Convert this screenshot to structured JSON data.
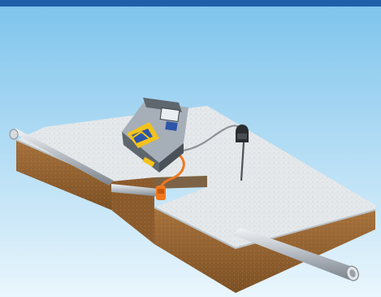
{
  "colors": {
    "frame_top_bar": "#1f5fa8",
    "sky_top": "#7cc3ec",
    "sky_bottom": "#eaf6fd",
    "surface": "#e4e8ea",
    "surface_edge": "#b9c0c4",
    "soil": "#a8733d",
    "soil_dark": "#7a4f24",
    "trench_shadow": "#8a5a2c",
    "pipe_light": "#f2f4f6",
    "pipe_mid": "#b9bfc5",
    "pipe_dark": "#7d858d",
    "device_body": "#a6afb8",
    "device_dark": "#5e666e",
    "device_yellow": "#f4c21a",
    "device_blue": "#2d55a8",
    "clamp_orange": "#f0781e",
    "cable": "#8c949a",
    "stake": "#4c5257"
  },
  "illustration": {
    "scene": "locator-transmitter-direct-connection",
    "objects": [
      "underground-pipe",
      "excavation-pit",
      "signal-transmitter",
      "connection-clamp",
      "ground-stake"
    ]
  }
}
